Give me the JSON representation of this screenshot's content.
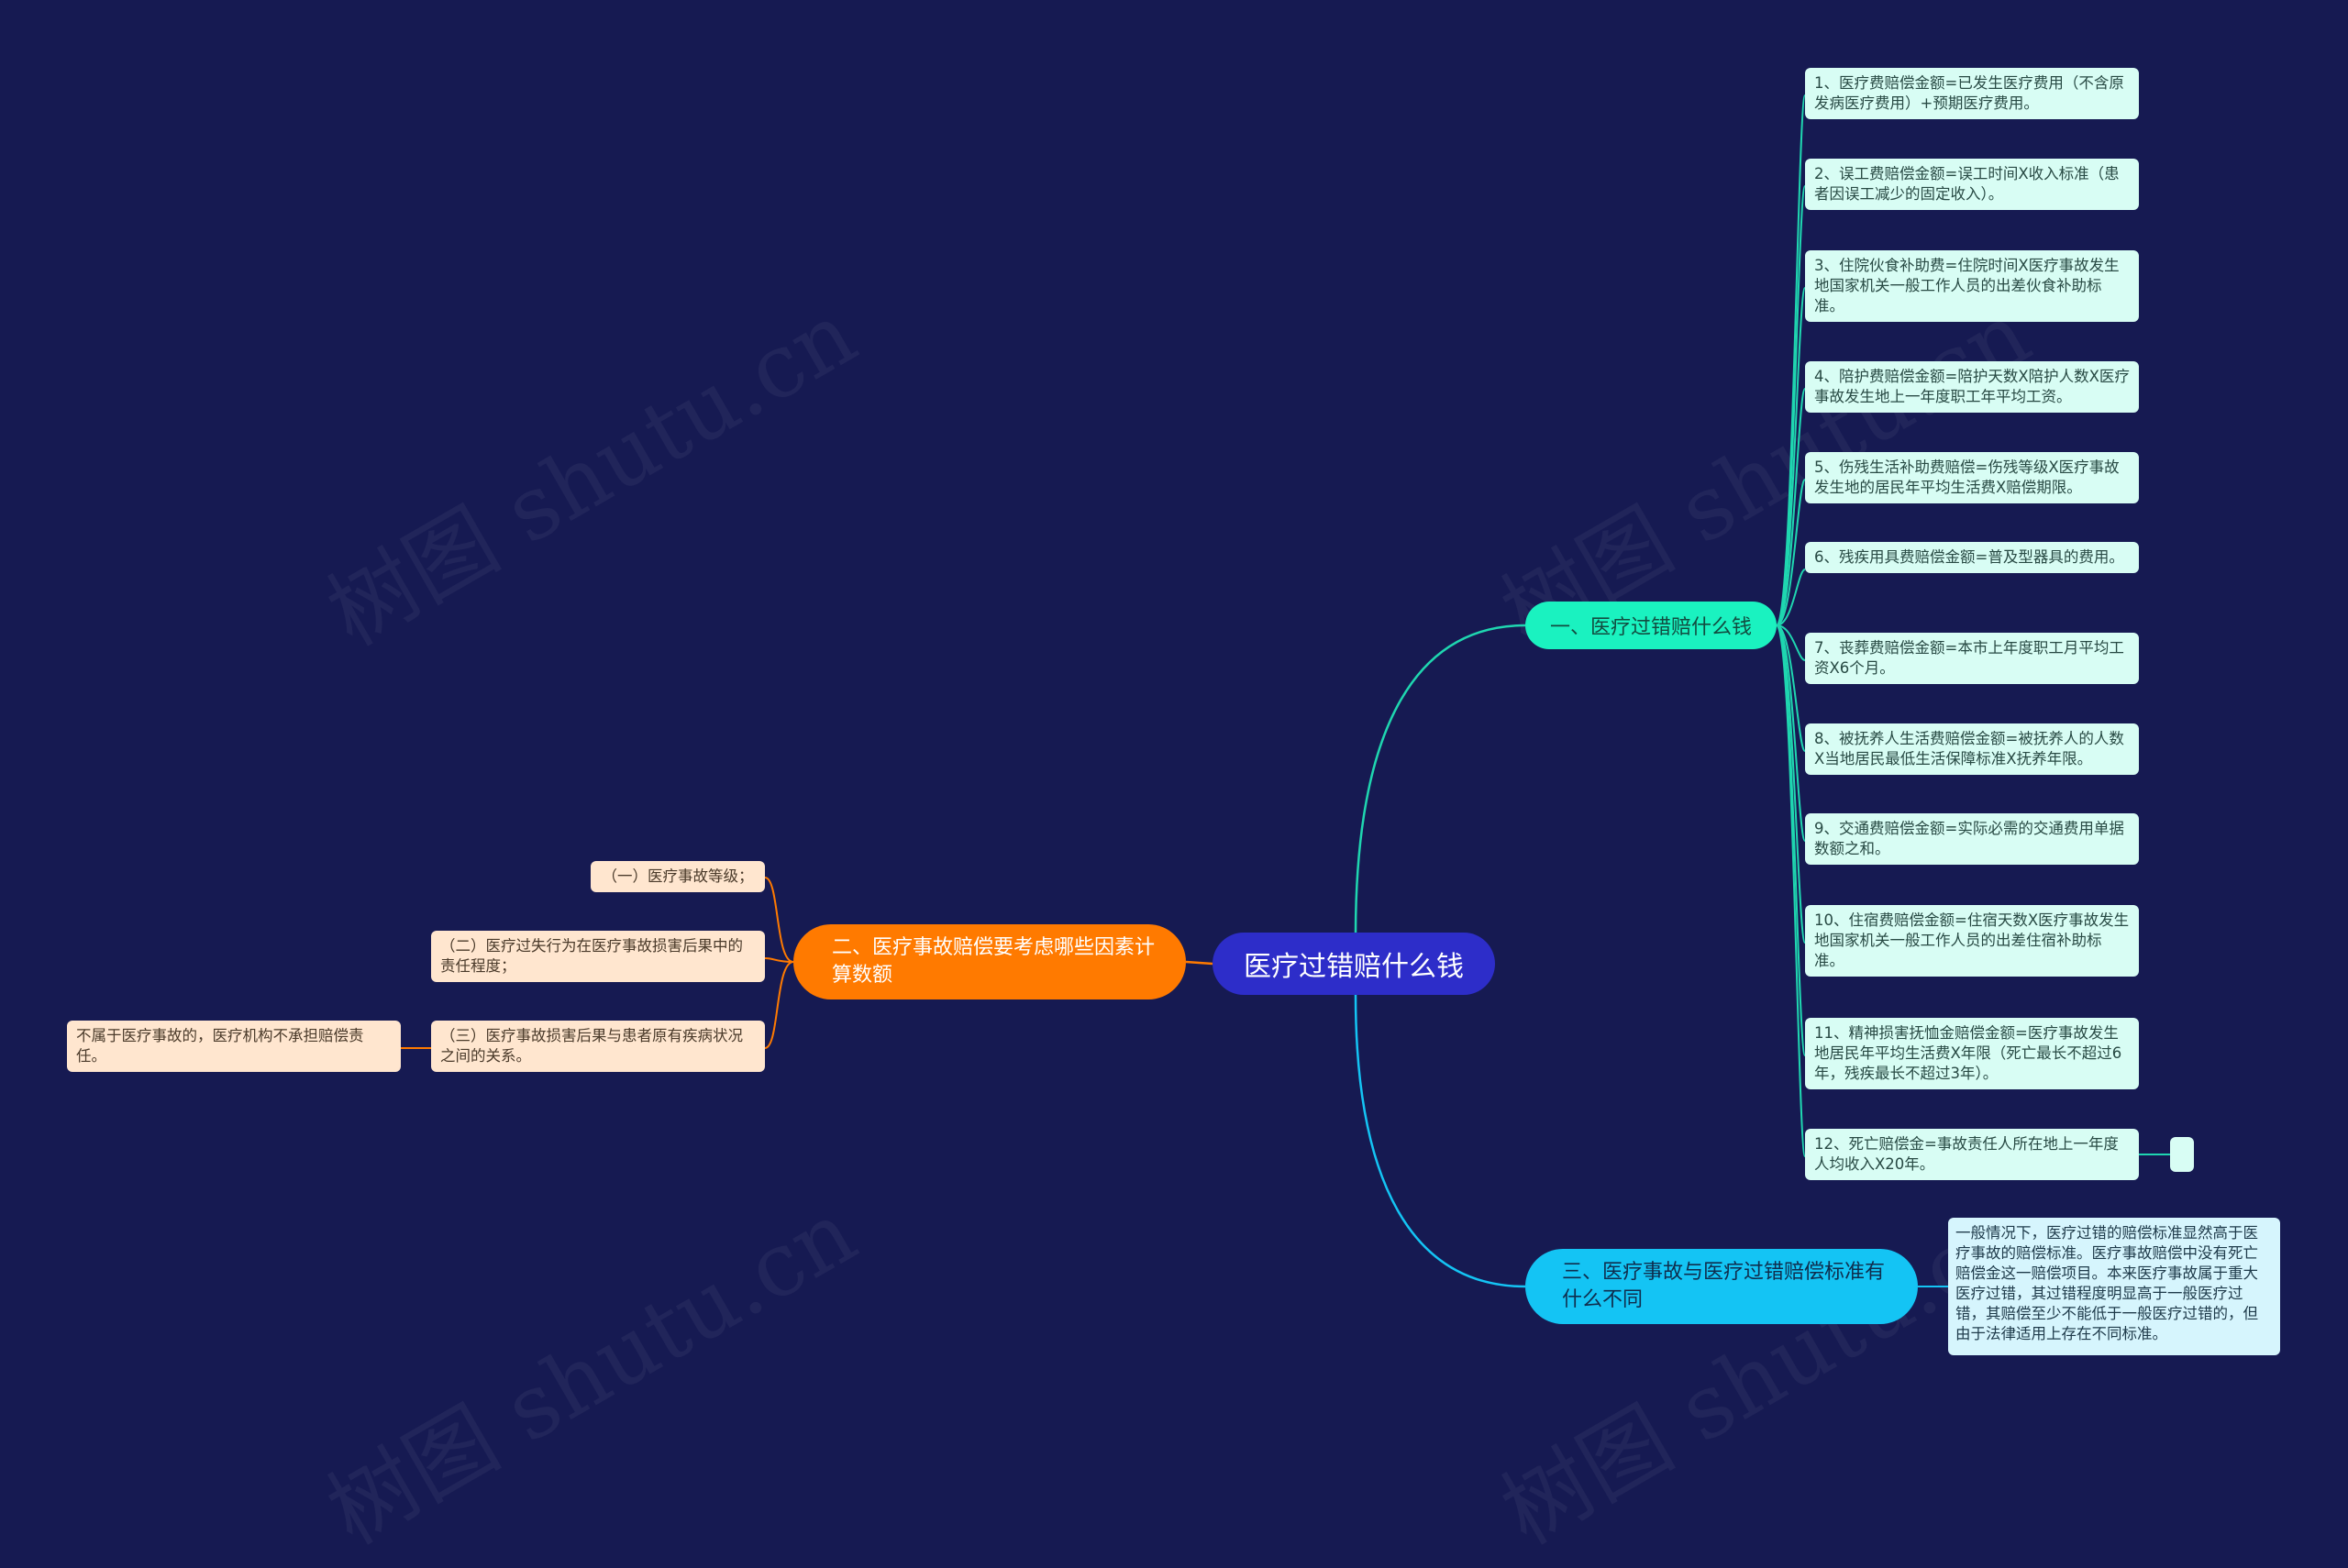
{
  "watermark": "树图 shutu.cn",
  "root": {
    "label": "医疗过错赔什么钱"
  },
  "branch1": {
    "label": "一、医疗过错赔什么钱",
    "items": [
      "1、医疗费赔偿金额=已发生医疗费用（不含原发病医疗费用）+预期医疗费用。",
      "2、误工费赔偿金额=误工时间X收入标准（患者因误工减少的固定收入）。",
      "3、住院伙食补助费=住院时间X医疗事故发生地国家机关一般工作人员的出差伙食补助标准。",
      "4、陪护费赔偿金额=陪护天数X陪护人数X医疗事故发生地上一年度职工年平均工资。",
      "5、伤残生活补助费赔偿=伤残等级X医疗事故发生地的居民年平均生活费X赔偿期限。",
      "6、残疾用具费赔偿金额=普及型器具的费用。",
      "7、丧葬费赔偿金额=本市上年度职工月平均工资X6个月。",
      "8、被抚养人生活费赔偿金额=被抚养人的人数X当地居民最低生活保障标准X抚养年限。",
      "9、交通费赔偿金额=实际必需的交通费用单据数额之和。",
      "10、住宿费赔偿金额=住宿天数X医疗事故发生地国家机关一般工作人员的出差住宿补助标准。",
      "11、精神损害抚恤金赔偿金额=医疗事故发生地居民年平均生活费X年限（死亡最长不超过6年，残疾最长不超过3年）。",
      "12、死亡赔偿金=事故责任人所在地上一年度人均收入X20年。"
    ]
  },
  "branch2": {
    "label": "二、医疗事故赔偿要考虑哪些因素计算数额",
    "items": [
      "（一）医疗事故等级；",
      "（二）医疗过失行为在医疗事故损害后果中的责任程度；",
      "（三）医疗事故损害后果与患者原有疾病状况之间的关系。"
    ],
    "sub_item": "不属于医疗事故的，医疗机构不承担赔偿责任。"
  },
  "branch3": {
    "label": "三、医疗事故与医疗过错赔偿标准有什么不同",
    "item": "一般情况下，医疗过错的赔偿标准显然高于医疗事故的赔偿标准。医疗事故赔偿中没有死亡赔偿金这一赔偿项目。本来医疗事故属于重大医疗过错，其过错程度明显高于一般医疗过错，其赔偿至少不能低于一般医疗过错的，但由于法律适用上存在不同标准。"
  },
  "colors": {
    "background": "#161a52",
    "root": "#2d2dc9",
    "branch1": "#1af2c0",
    "branch2": "#ff7a00",
    "branch3": "#14c4f4",
    "link_green": "#1fd6b0",
    "link_orange": "#ff7a00",
    "link_blue": "#14c4f4"
  }
}
